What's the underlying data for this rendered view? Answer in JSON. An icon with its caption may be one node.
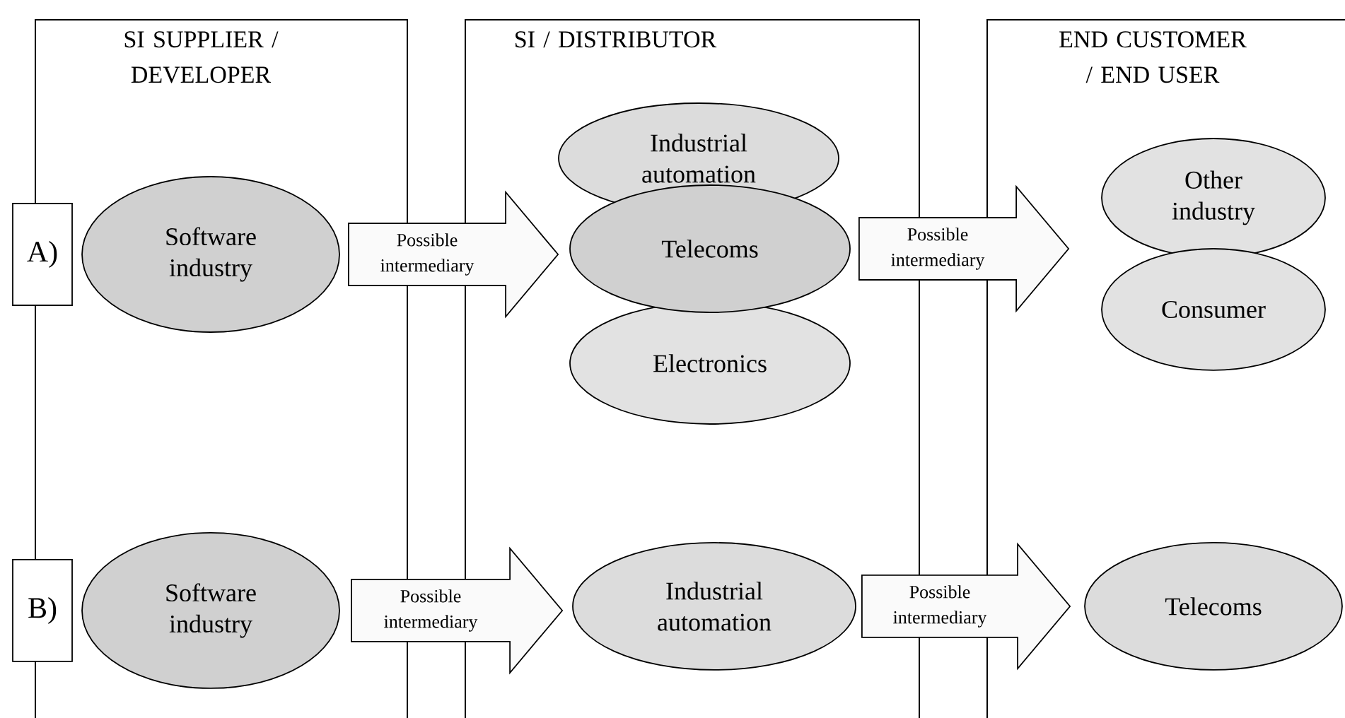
{
  "diagram": {
    "nodes": [
      {
        "text": [
          "SI SUPPLIER / DEVELOPER"
        ]
      },
      {
        "text": [
          "SI / DISTRIBUTOR"
        ]
      },
      {
        "text": [
          "END CUSTOMER / END USER"
        ]
      },
      {
        "text": [
          "A)"
        ]
      },
      {
        "text": [
          "Software industry"
        ],
        "in": 0
      },
      {
        "text": [
          "Industrial automation"
        ],
        "in": 1
      },
      {
        "text": [
          "Telecoms"
        ],
        "in": 1
      },
      {
        "text": [
          "Electronics"
        ],
        "in": 1
      },
      {
        "text": [
          "Other industry"
        ],
        "in": 2
      },
      {
        "text": [
          "Consumer"
        ],
        "in": 2
      },
      {
        "text": [
          "B)"
        ]
      },
      {
        "text": [
          "Software industry"
        ],
        "in": 0
      },
      {
        "text": [
          "Industrial automation"
        ],
        "in": 1
      },
      {
        "text": [
          "Telecoms"
        ],
        "in": 2
      }
    ],
    "edges": [
      {
        "from": 4,
        "to": 6,
        "arrow": "to",
        "label": "Possible intermediary"
      },
      {
        "from": 6,
        "to": 8,
        "arrow": "to",
        "label": "Possible intermediary"
      },
      {
        "from": 11,
        "to": 12,
        "arrow": "to",
        "label": "Possible intermediary"
      },
      {
        "from": 12,
        "to": 13,
        "arrow": "to",
        "label": "Possible intermediary"
      }
    ]
  }
}
